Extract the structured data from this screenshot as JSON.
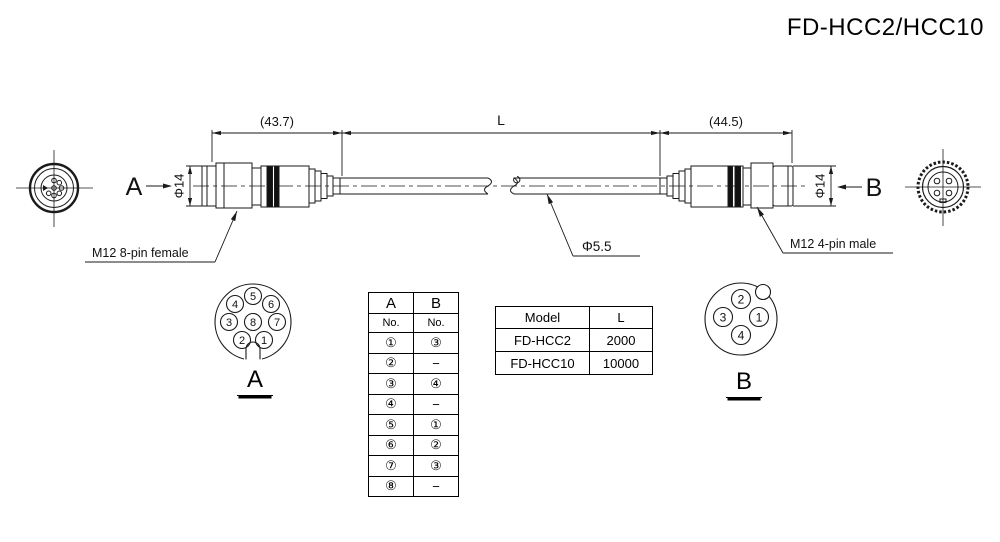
{
  "title": "FD-HCC2/HCC10",
  "drawing": {
    "dim_connector_a": "(43.7)",
    "dim_length": "L",
    "dim_connector_b": "(44.5)",
    "dia_connector_a": "Φ14",
    "dia_connector_b": "Φ14",
    "dia_cable": "Φ5.5",
    "view_a_label": "A",
    "view_b_label": "B",
    "connector_a_note": "M12 8-pin female",
    "connector_b_note": "M12 4-pin male"
  },
  "pinout_a": {
    "label": "A",
    "pins": [
      "1",
      "2",
      "3",
      "4",
      "5",
      "6",
      "7",
      "8"
    ]
  },
  "pinout_b": {
    "label": "B",
    "pins": [
      "1",
      "2",
      "3",
      "4"
    ]
  },
  "pin_table": {
    "header_a": "A",
    "header_b": "B",
    "subheader_a": "No.",
    "subheader_b": "No.",
    "rows": [
      {
        "a": "①",
        "b": "③"
      },
      {
        "a": "②",
        "b": "−"
      },
      {
        "a": "③",
        "b": "④"
      },
      {
        "a": "④",
        "b": "−"
      },
      {
        "a": "⑤",
        "b": "①"
      },
      {
        "a": "⑥",
        "b": "②"
      },
      {
        "a": "⑦",
        "b": "③"
      },
      {
        "a": "⑧",
        "b": "−"
      }
    ]
  },
  "model_table": {
    "header_model": "Model",
    "header_length": "L",
    "rows": [
      {
        "model": "FD-HCC2",
        "length": "2000"
      },
      {
        "model": "FD-HCC10",
        "length": "10000"
      }
    ]
  }
}
